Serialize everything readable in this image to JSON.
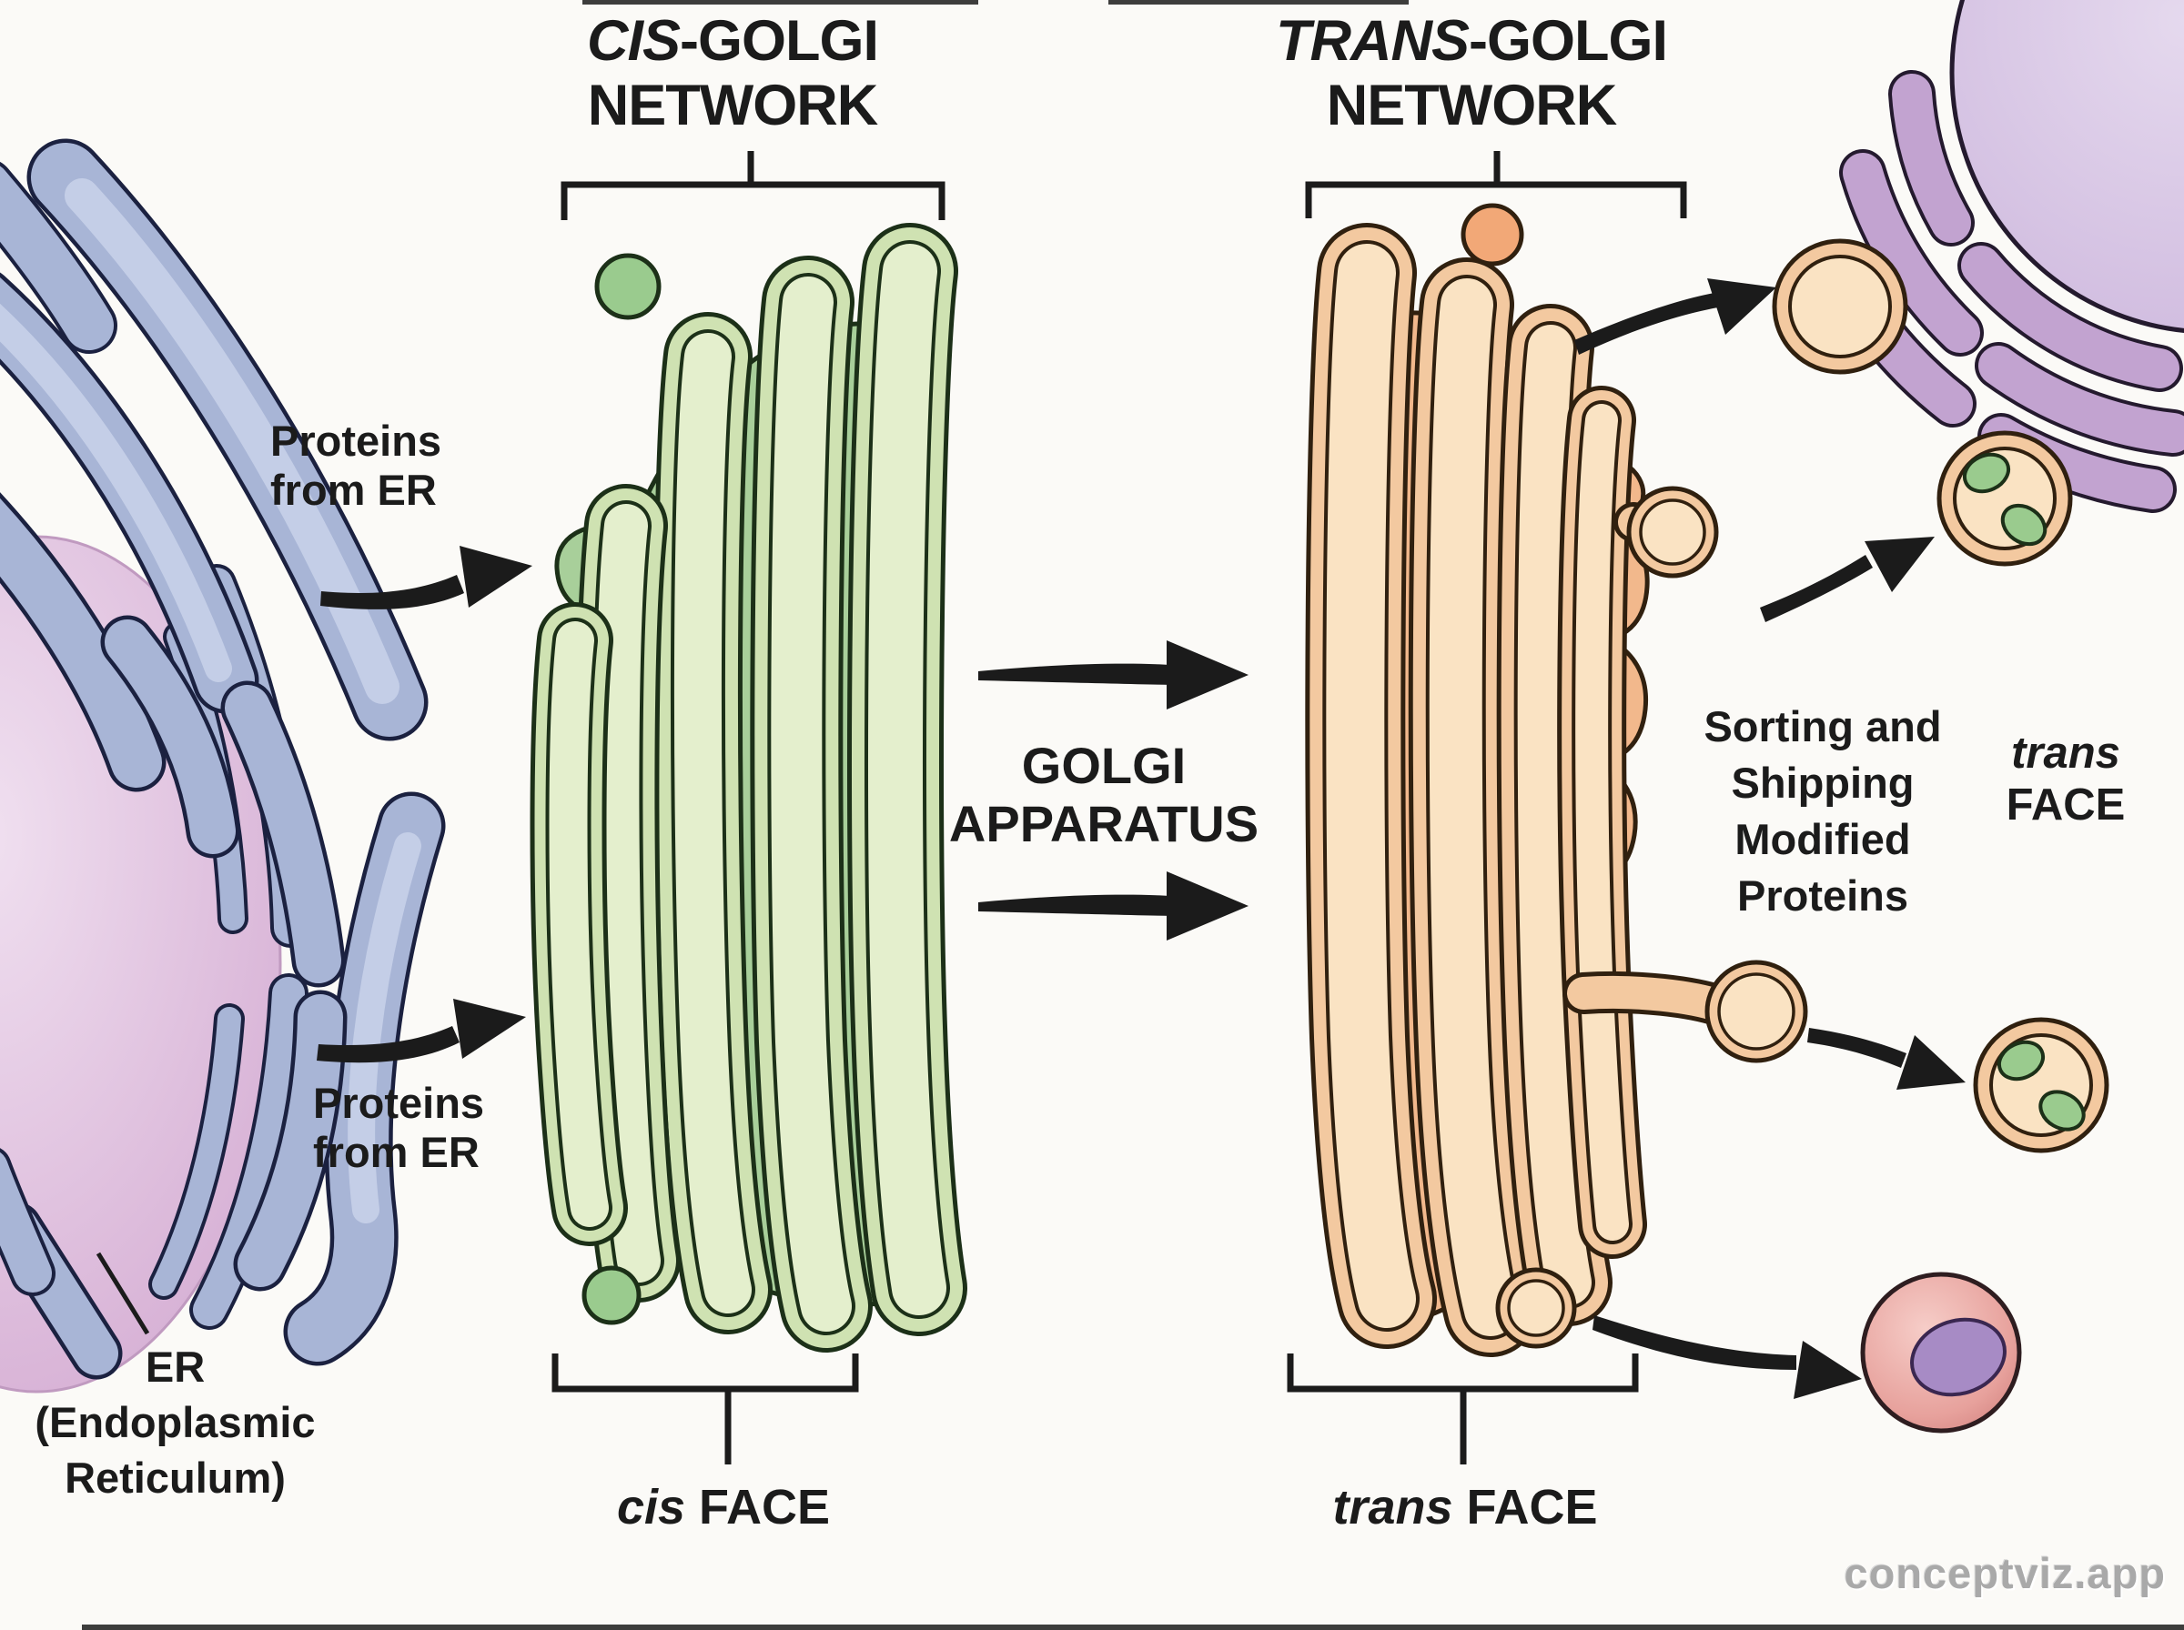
{
  "labels": {
    "cis_network": {
      "italic": "CIS",
      "rest": "-GOLGI",
      "line2": "NETWORK"
    },
    "trans_network": {
      "italic": "TRANS",
      "rest": "-GOLGI",
      "line2": "NETWORK"
    },
    "golgi_apparatus": {
      "line1": "GOLGI",
      "line2": "APPARATUS"
    },
    "proteins_top": {
      "line1": "Proteins",
      "line2": "from ER"
    },
    "proteins_bottom": {
      "line1": "Proteins",
      "line2": "from ER"
    },
    "sorting": {
      "line1": "Sorting and",
      "line2": "Shipping",
      "line3": "Modified",
      "line4": "Proteins"
    },
    "trans_face_side": {
      "italic": "trans",
      "line2": "FACE"
    },
    "cis_face_bottom": {
      "italic": "cis",
      "rest": " FACE"
    },
    "trans_face_bottom": {
      "italic": "trans",
      "rest": " FACE"
    },
    "er": {
      "line1": "ER",
      "line2": "(Endoplasmic",
      "line3": "Reticulum)"
    },
    "watermark": "conceptviz.app"
  },
  "colors": {
    "background": "#fbfaf7",
    "ink": "#1b1b1b",
    "green-fill": "#e4efcd",
    "green-band": "#cfe2b2",
    "green-outline": "#1c3018",
    "green-body": "#a8cf9a",
    "green-vesicle": "#9acb8e",
    "orange-fill": "#fae3c3",
    "orange-band": "#f3c9a0",
    "orange-outline": "#30200f",
    "orange-body": "#f2b88c",
    "orange-vesicle": "#f2a877",
    "er-blue": "#a8b5d6",
    "er-blue-light": "#c9d2ea",
    "er-outline": "#1b2140",
    "nucleus-pink": "#ddbedd",
    "purple-fill": "#c2a3d0",
    "purple-light": "#d9c8e5",
    "purple-outline": "#241a2e",
    "cell-pink": "#e89f9a",
    "cell-nucleus": "#a78bc5",
    "watermark-gray": "#a9a9a9"
  }
}
